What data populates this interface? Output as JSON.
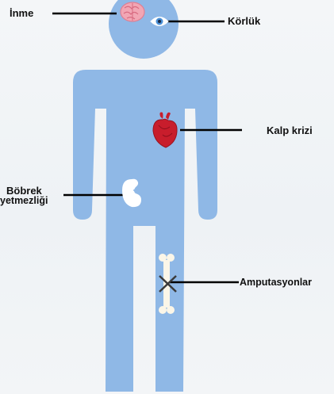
{
  "labels": {
    "stroke": "İnme",
    "blindness": "Körlük",
    "heart_attack": "Kalp krizi",
    "kidney_failure_line1": "Böbrek",
    "kidney_failure_line2": "yetmezliği",
    "amputations": "Amputasyonlar"
  },
  "colors": {
    "body": "#8fb8e6",
    "heart": "#c81d2c",
    "brain": "#f2a6b4",
    "bone": "#fbf6e8",
    "leader_lines": "#000000"
  },
  "icons": [
    "brain-icon",
    "eye-icon",
    "heart-icon",
    "kidney-icon",
    "bone-icon",
    "cross-mark-icon"
  ]
}
